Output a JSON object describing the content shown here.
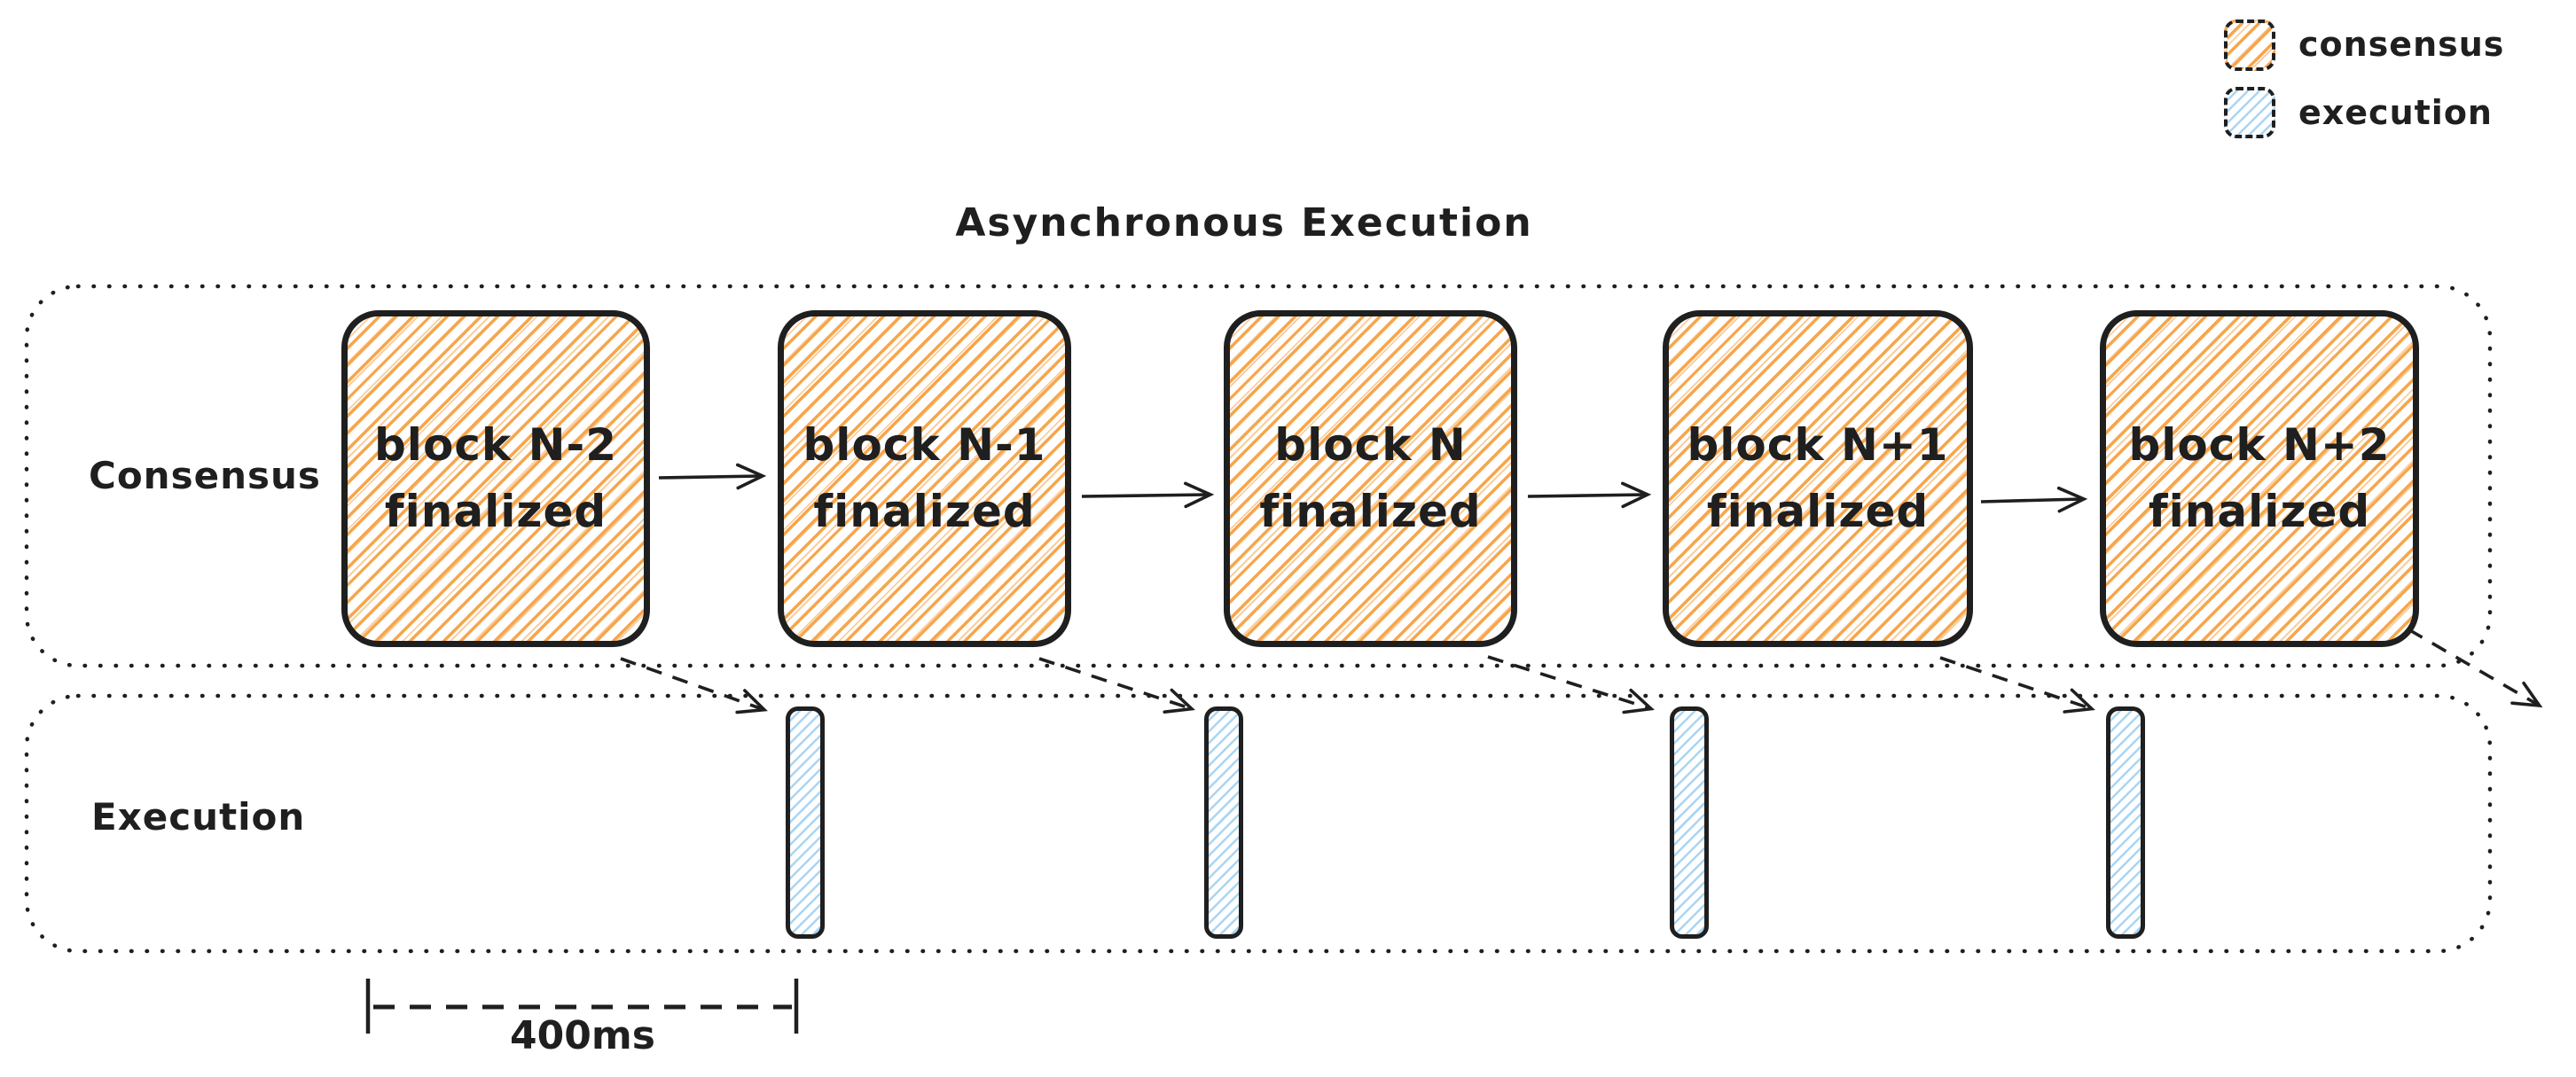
{
  "title": "Asynchronous Execution",
  "legend": {
    "items": [
      {
        "label": "consensus",
        "color": "#f7a64c"
      },
      {
        "label": "execution",
        "color": "#aad5f3"
      }
    ]
  },
  "lanes": [
    {
      "label": "Consensus"
    },
    {
      "label": "Execution"
    }
  ],
  "blocks": [
    {
      "line1": "block N-2",
      "line2": "finalized"
    },
    {
      "line1": "block N-1",
      "line2": "finalized"
    },
    {
      "line1": "block N",
      "line2": "finalized"
    },
    {
      "line1": "block N+1",
      "line2": "finalized"
    },
    {
      "line1": "block N+2",
      "line2": "finalized"
    }
  ],
  "execution_bars": {
    "count": 4
  },
  "measure": {
    "label": "400ms"
  },
  "colors": {
    "stroke": "#1f1f1f",
    "consensus_hatch": "#f7a64c",
    "execution_hatch": "#aad5f3",
    "background": "#ffffff"
  }
}
